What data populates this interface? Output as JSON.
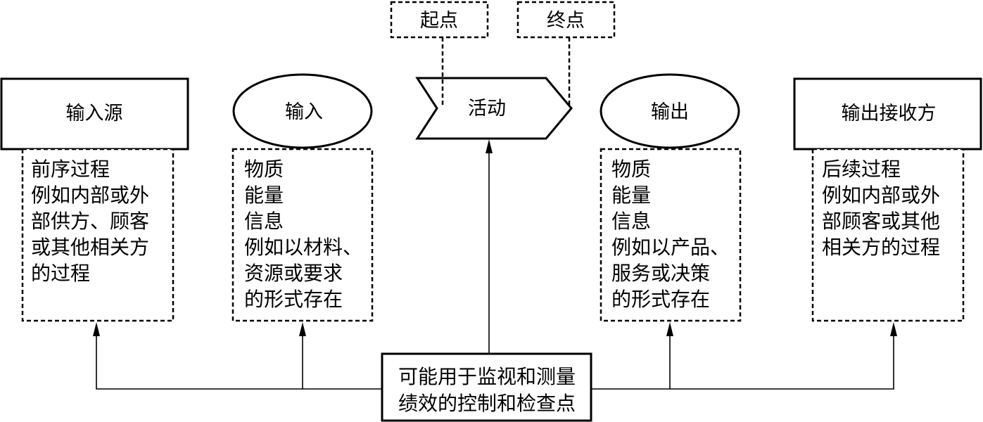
{
  "start_label": "起点",
  "end_label": "终点",
  "activity_label": "活动",
  "control_point": [
    "可能用于监视和测量",
    "绩效的控制和检查点"
  ],
  "columns": [
    {
      "id": "input-source",
      "header": "输入源",
      "lines": [
        "前序过程",
        "例如内部或外",
        "部供方、顾客",
        "或其他相关方",
        "的过程"
      ]
    },
    {
      "id": "input",
      "header": "输入",
      "lines": [
        "物质",
        "能量",
        "信息",
        "例如以材料、",
        "资源或要求",
        "的形式存在"
      ]
    },
    {
      "id": "output",
      "header": "输出",
      "lines": [
        "物质",
        "能量",
        "信息",
        "例如以产品、",
        "服务或决策",
        "的形式存在"
      ]
    },
    {
      "id": "output-receiver",
      "header": "输出接收方",
      "lines": [
        "后续过程",
        "例如内部或外",
        "部顾客或其他",
        "相关方的过程"
      ]
    }
  ]
}
